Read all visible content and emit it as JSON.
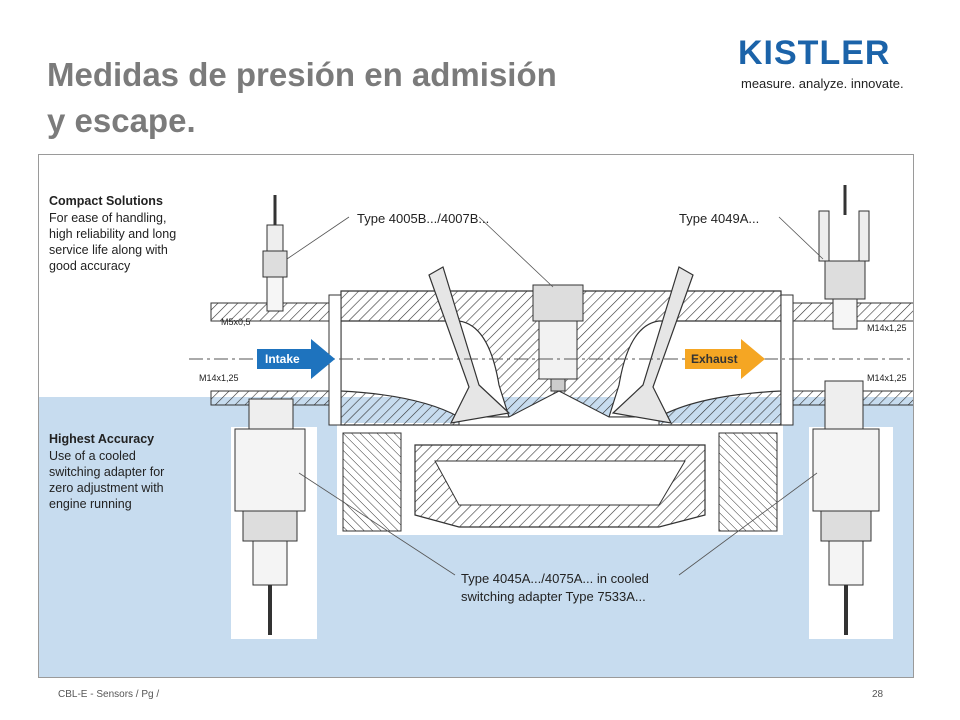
{
  "slide": {
    "title_line1": "Medidas de presión en admisión",
    "title_line2": "y escape.",
    "footer_left": "CBL-E - Sensors / Pg /",
    "footer_right": "28"
  },
  "logo": {
    "wordmark": "KISTLER",
    "tagline": "measure. analyze. innovate.",
    "color": "#1b63a9"
  },
  "diagram": {
    "compact": {
      "heading": "Compact Solutions",
      "lines": [
        "For ease of handling,",
        "high reliability and long",
        "service life along with",
        "good accuracy"
      ]
    },
    "accuracy": {
      "heading": "Highest Accuracy",
      "lines": [
        "Use of a cooled",
        "switching adapter for",
        "zero adjustment with",
        "engine running"
      ]
    },
    "callouts": {
      "type_4005": "Type 4005B.../4007B...",
      "type_4049": "Type 4049A...",
      "type_4045_line1": "Type 4045A.../4075A... in cooled",
      "type_4045_line2": "switching adapter Type 7533A..."
    },
    "dims": {
      "m5": "M5x0,5",
      "m14_left": "M14x1,25",
      "m14_right_top": "M14x1,25",
      "m14_right_bottom": "M14x1,25"
    },
    "arrows": {
      "intake": "Intake",
      "exhaust": "Exhaust"
    },
    "colors": {
      "intake": "#1e73be",
      "exhaust": "#f5a623",
      "accuracy_bg": "#c7dcef"
    }
  }
}
